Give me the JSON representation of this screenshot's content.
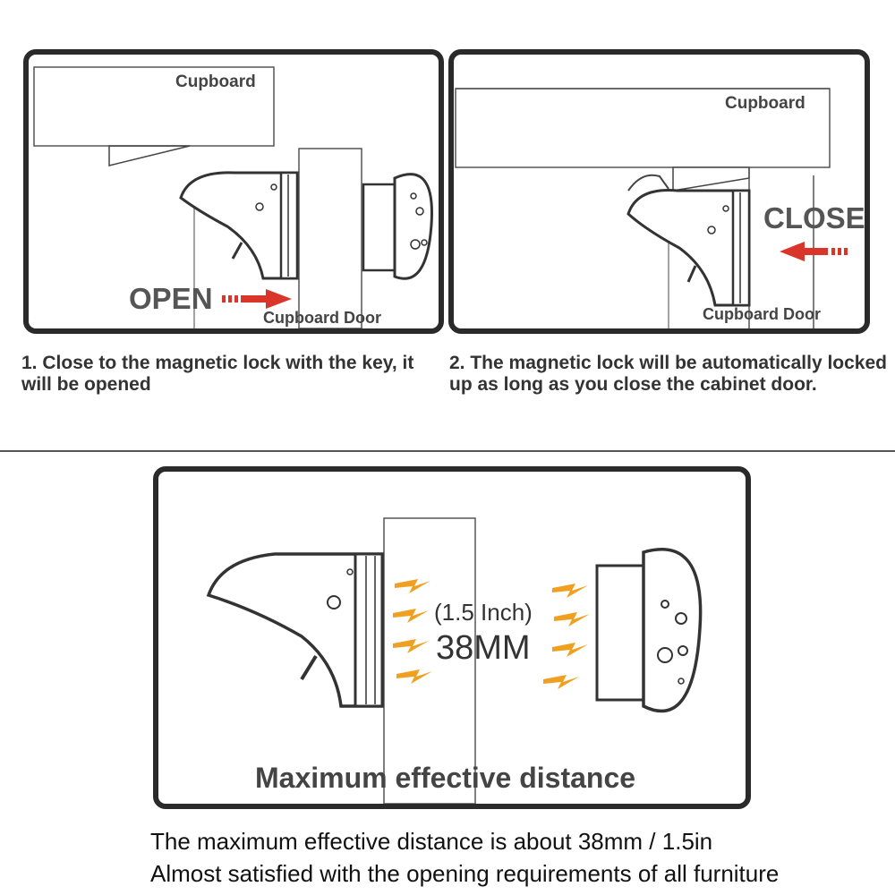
{
  "panel1": {
    "cupboard_label": "Cupboard",
    "door_label": "Cupboard Door",
    "state_label": "OPEN"
  },
  "panel2": {
    "cupboard_label": "Cupboard",
    "door_label": "Cupboard Door",
    "state_label": "CLOSE"
  },
  "panel3": {
    "distance_inch": "(1.5 Inch)",
    "distance_mm": "38MM",
    "title": "Maximum effective distance"
  },
  "captions": {
    "step1": "1. Close to the magnetic lock with the key, it will be opened",
    "step2": "2. The magnetic lock will be automatically locked up as long as you close the cabinet door."
  },
  "footer": {
    "line1": "The maximum effective distance is about 38mm / 1.5in",
    "line2": "Almost satisfied with the opening requirements of all furniture"
  },
  "colors": {
    "arrow_red": "#d9352b",
    "spark_orange": "#f0a020",
    "frame": "#2a2a2a"
  }
}
